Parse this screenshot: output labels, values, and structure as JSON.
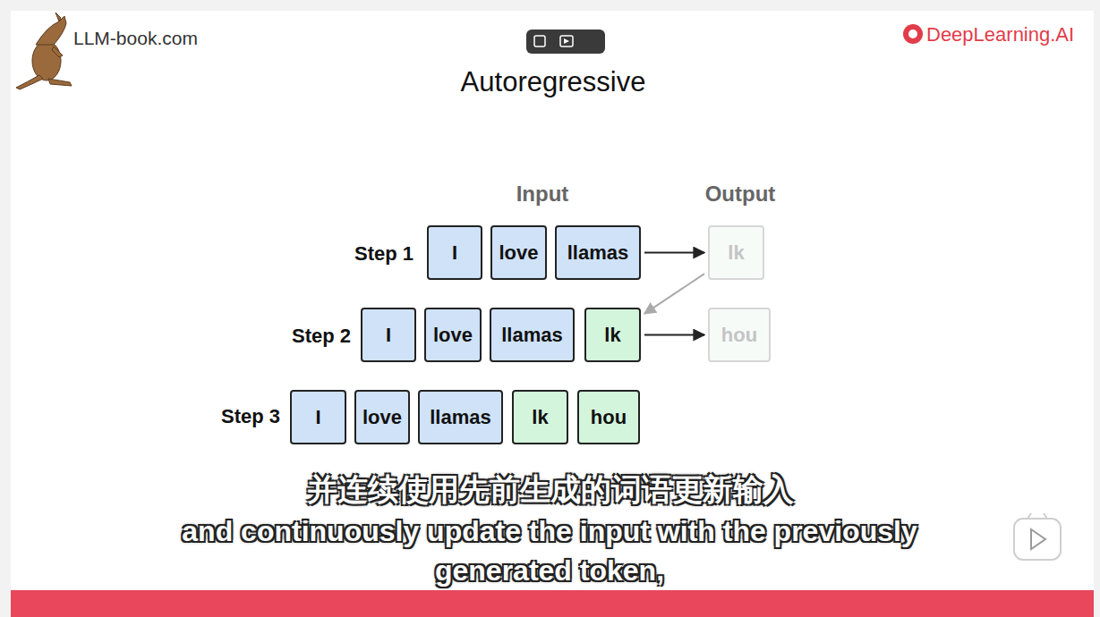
{
  "diagram": {
    "title": "Autoregressive",
    "nodes": [
      {
        "text": [
          "I"
        ]
      },
      {
        "text": [
          "love"
        ]
      },
      {
        "text": [
          "llamas"
        ]
      },
      {
        "text": [
          "lk"
        ]
      },
      {
        "text": [
          "I"
        ]
      },
      {
        "text": [
          "love"
        ]
      },
      {
        "text": [
          "llamas"
        ]
      },
      {
        "text": [
          "lk"
        ]
      },
      {
        "text": [
          "hou"
        ]
      },
      {
        "text": [
          "I"
        ]
      },
      {
        "text": [
          "love"
        ]
      },
      {
        "text": [
          "llamas"
        ]
      },
      {
        "text": [
          "lk"
        ]
      },
      {
        "text": [
          "hou"
        ]
      }
    ],
    "edges": [
      {
        "from": 2,
        "to": 3,
        "arrow": "to"
      },
      {
        "from": 3,
        "to": 7,
        "arrow": "to"
      },
      {
        "from": 7,
        "to": 8,
        "arrow": "to"
      }
    ],
    "labels": [
      "LLM-book.com",
      "DeepLearning.AI",
      "Input",
      "Output",
      "Step 1",
      "Step 2",
      "Step 3",
      "并连续使用先前生成的词语更新输入",
      "and continuously update the input with the previously generated token,"
    ]
  }
}
